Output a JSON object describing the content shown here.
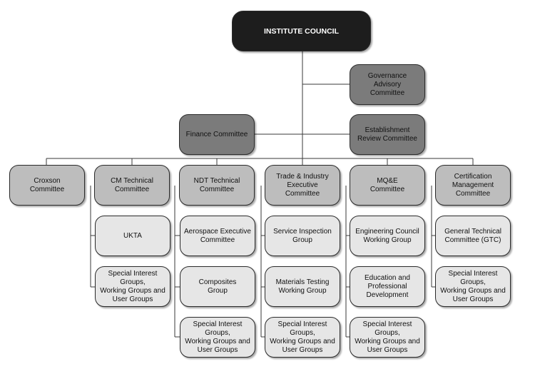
{
  "org_chart": {
    "top": "INSTITUTE COUNCIL",
    "advisory": [
      "Governance\nAdvisory\nCommittee",
      "Establishment\nReview Committee"
    ],
    "finance": "Finance Committee",
    "committees": [
      {
        "title": "Croxson\nCommittee",
        "children": []
      },
      {
        "title": "CM Technical\nCommittee",
        "children": [
          "UKTA",
          "Special Interest\nGroups,\nWorking Groups and\nUser Groups"
        ]
      },
      {
        "title": "NDT Technical\nCommittee",
        "children": [
          "Aerospace Executive\nCommittee",
          "Composites\nGroup",
          "Special Interest\nGroups,\nWorking Groups and\nUser Groups"
        ]
      },
      {
        "title": "Trade & Industry\nExecutive\nCommittee",
        "children": [
          "Service Inspection\nGroup",
          "Materials Testing\nWorking Group",
          "Special Interest\nGroups,\nWorking Groups and\nUser Groups"
        ]
      },
      {
        "title": "MQ&E\nCommittee",
        "children": [
          "Engineering Council\nWorking Group",
          "Education and\nProfessional\nDevelopment",
          "Special Interest\nGroups,\nWorking Groups and\nUser Groups"
        ]
      },
      {
        "title": "Certification\nManagement\nCommittee",
        "children": [
          "General Technical\nCommittee (GTC)",
          "Special Interest\nGroups,\nWorking Groups and\nUser Groups"
        ]
      }
    ]
  }
}
